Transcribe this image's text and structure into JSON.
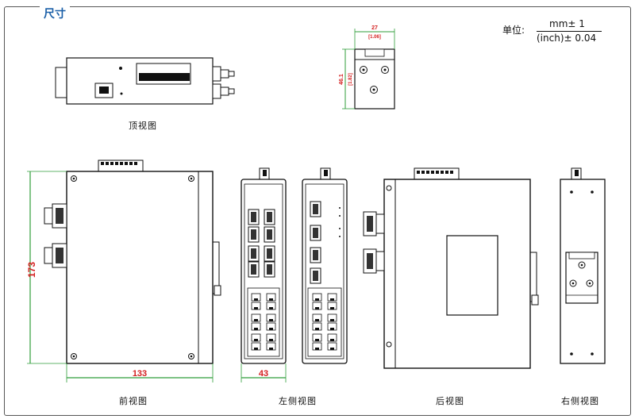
{
  "section_title": "尺寸",
  "unit_note": {
    "label": "单位:",
    "numerator": "mm± 1",
    "denominator": "(inch)± 0.04"
  },
  "views": {
    "top": "顶视图",
    "front": "前视图",
    "left": "左侧视图",
    "rear": "后视图",
    "right": "右侧视图"
  },
  "dimensions": {
    "bracket_width": "27",
    "bracket_width_in": "[1.06]",
    "bracket_height": "46.1",
    "bracket_height_in": "[1.82]",
    "height": "173",
    "width": "133",
    "depth": "43"
  },
  "colors": {
    "dim_line": "#2f9e3a",
    "dim_text": "#d42020",
    "title": "#1a5fa8",
    "outline": "#111111"
  }
}
